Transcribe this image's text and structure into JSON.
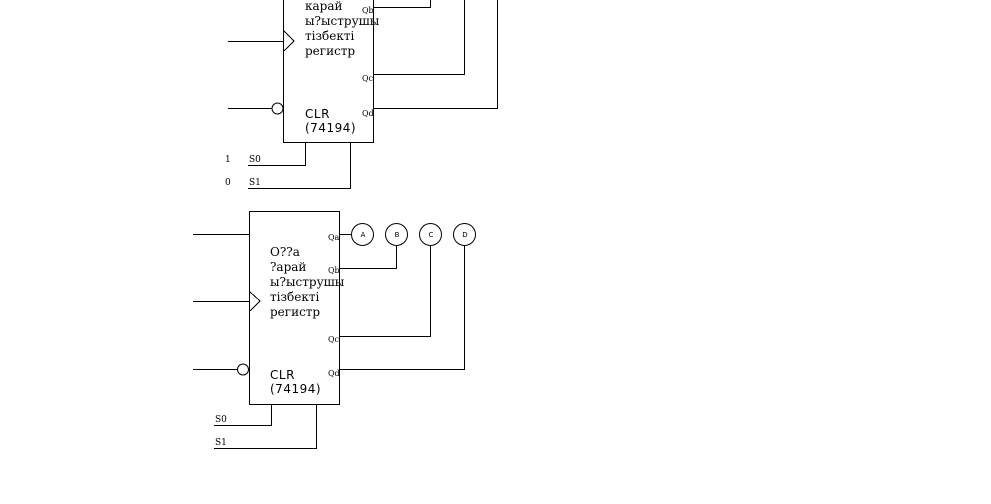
{
  "top_register": {
    "label_lines": [
      "карай",
      "ы?ыструшы",
      "тізбекті",
      "регистр"
    ],
    "clr_label": "CLR",
    "part_label": "(74194)",
    "outputs": [
      "Qb",
      "Qc",
      "Qd"
    ],
    "s0": {
      "label": "S0",
      "level": "1"
    },
    "s1": {
      "label": "S1",
      "level": "0"
    }
  },
  "bottom_register": {
    "label_lines": [
      "О??а",
      "?арай",
      "ы?ыструшы",
      "тізбекті",
      "регистр"
    ],
    "clr_label": "CLR",
    "part_label": "(74194)",
    "outputs": [
      "Qa",
      "Qb",
      "Qc",
      "Qd"
    ],
    "s0": {
      "label": "S0"
    },
    "s1": {
      "label": "S1"
    }
  },
  "output_nodes": [
    "A",
    "B",
    "C",
    "D"
  ]
}
